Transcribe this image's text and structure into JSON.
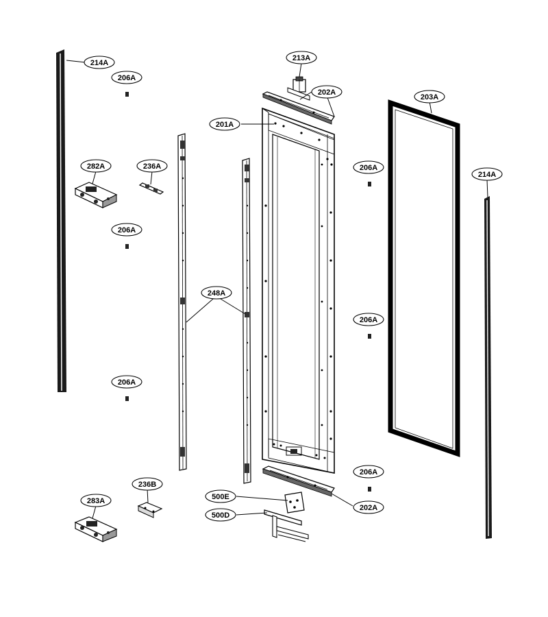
{
  "diagram": {
    "labels": [
      {
        "id": "214A-left",
        "text": "214A"
      },
      {
        "id": "206A-1",
        "text": "206A"
      },
      {
        "id": "213A",
        "text": "213A"
      },
      {
        "id": "202A-top",
        "text": "202A"
      },
      {
        "id": "203A",
        "text": "203A"
      },
      {
        "id": "201A",
        "text": "201A"
      },
      {
        "id": "282A",
        "text": "282A"
      },
      {
        "id": "236A",
        "text": "236A"
      },
      {
        "id": "206A-2",
        "text": "206A"
      },
      {
        "id": "206A-3",
        "text": "206A"
      },
      {
        "id": "214A-right",
        "text": "214A"
      },
      {
        "id": "248A",
        "text": "248A"
      },
      {
        "id": "206A-4",
        "text": "206A"
      },
      {
        "id": "206A-5",
        "text": "206A"
      },
      {
        "id": "206A-6",
        "text": "206A"
      },
      {
        "id": "236B",
        "text": "236B"
      },
      {
        "id": "500E",
        "text": "500E"
      },
      {
        "id": "202A-bottom",
        "text": "202A"
      },
      {
        "id": "283A",
        "text": "283A"
      },
      {
        "id": "500D",
        "text": "500D"
      }
    ]
  }
}
